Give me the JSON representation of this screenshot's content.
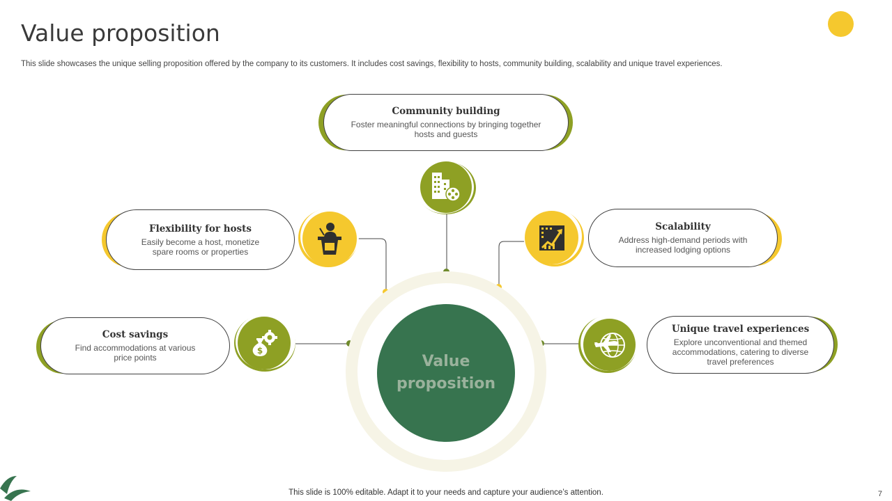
{
  "title": "Value proposition",
  "subtitle": "This slide showcases the unique selling proposition offered by the company to its customers. It includes cost savings, flexibility to hosts, community building, scalability and unique travel experiences.",
  "center_label": "Value proposition",
  "footer": "This slide is 100% editable. Adapt it to your needs and capture your audience’s attention.",
  "page_number": "7",
  "colors": {
    "green": "#8ea024",
    "yellow": "#f5c82e",
    "dark_green": "#37744f",
    "ring": "#f6f4e6"
  },
  "items": {
    "community": {
      "title": "Community building",
      "description": "Foster meaningful connections by bringing together hosts and guests",
      "icon": "buildings-film-reel-icon"
    },
    "flexibility": {
      "title": "Flexibility for hosts",
      "description": "Easily become a host, monetize spare rooms or properties",
      "icon": "speaker-podium-icon"
    },
    "scalability": {
      "title": "Scalability",
      "description": "Address high-demand periods with increased lodging options",
      "icon": "growth-chart-icon"
    },
    "cost": {
      "title": "Cost savings",
      "description": "Find accommodations at various price points",
      "icon": "money-bag-gear-icon"
    },
    "travel": {
      "title": "Unique travel experiences",
      "description": "Explore unconventional and themed accommodations, catering to diverse travel preferences",
      "icon": "airplane-globe-icon"
    }
  }
}
